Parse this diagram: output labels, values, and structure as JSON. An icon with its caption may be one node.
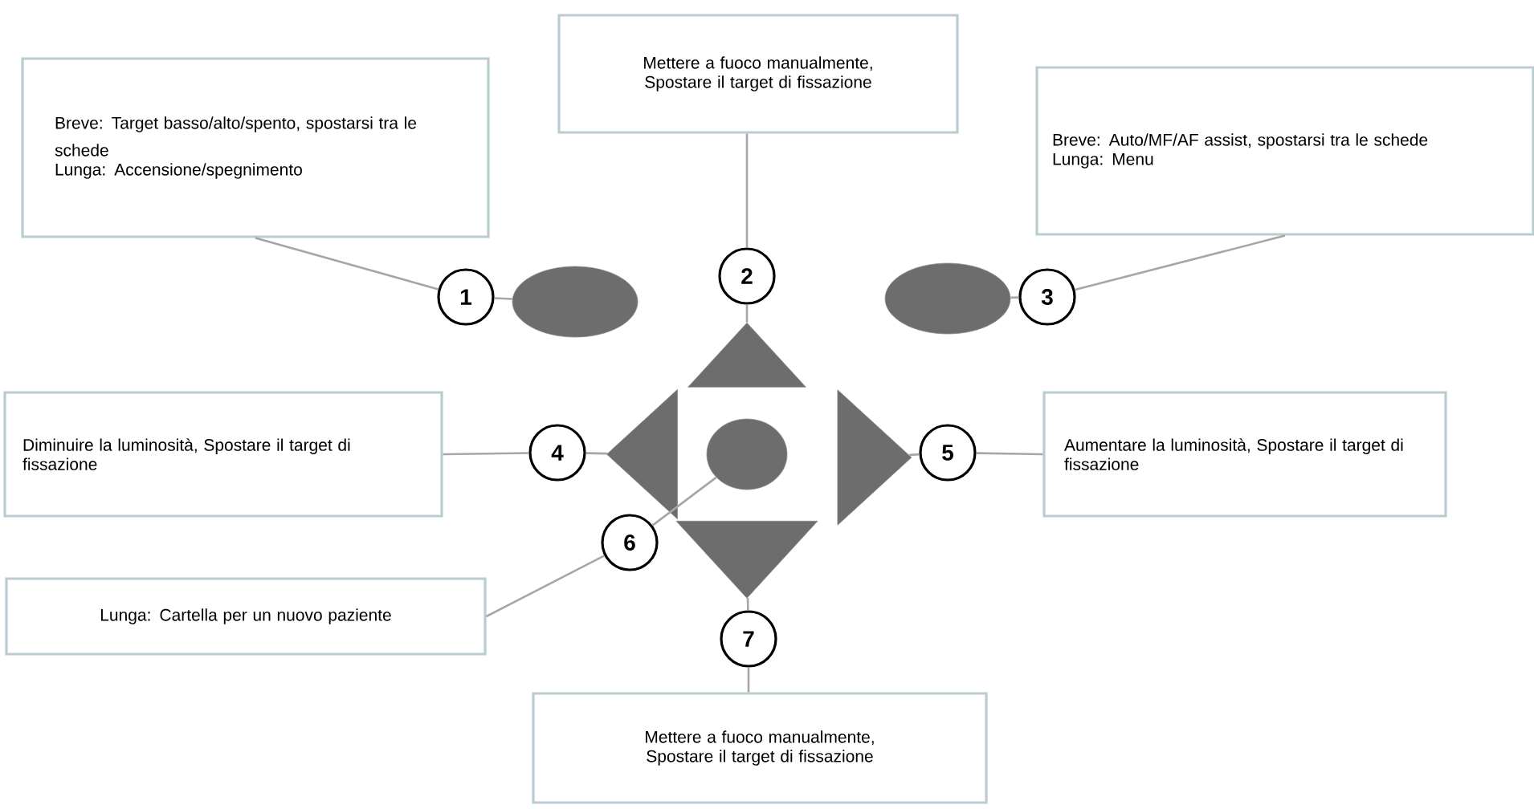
{
  "diagram": {
    "nodes": [
      {
        "text": [
          "Breve: Target basso/alto/spento, spostarsi tra le schede",
          "Lunga: Accensione/spegnimento"
        ]
      },
      {
        "text": [
          "Mettere a fuoco manualmente, Spostare il target di fissazione"
        ]
      },
      {
        "text": [
          "Breve: Auto/MF/AF assist, spostarsi tra le schede",
          "Lunga: Menu"
        ]
      },
      {
        "text": [
          "1"
        ]
      },
      {
        "text": [],
        "shape": "ellipse"
      },
      {
        "text": [
          "2"
        ]
      },
      {
        "text": [],
        "shape": "ellipse"
      },
      {
        "text": [
          "3"
        ]
      },
      {
        "text": [],
        "shape": "triangle"
      },
      {
        "text": [
          "Diminuire la luminosità, Spostare il target di fissazione"
        ]
      },
      {
        "text": [
          "4"
        ]
      },
      {
        "text": [],
        "shape": "triangle"
      },
      {
        "text": [],
        "shape": "ellipse"
      },
      {
        "text": [],
        "shape": "triangle"
      },
      {
        "text": [
          "5"
        ]
      },
      {
        "text": [
          "Aumentare la luminosità, Spostare il target di fissazione"
        ]
      },
      {
        "text": [
          "6"
        ]
      },
      {
        "text": [
          "Lunga: Cartella per un nuovo paziente"
        ]
      },
      {
        "text": [],
        "shape": "triangle"
      },
      {
        "text": [
          "7"
        ]
      },
      {
        "text": [
          "Mettere a fuoco manualmente, Spostare il target di fissazione"
        ]
      }
    ],
    "edges": [
      {
        "from": 0,
        "to": 3,
        "arrow": "none"
      },
      {
        "from": 3,
        "to": 4,
        "arrow": "none"
      },
      {
        "from": 1,
        "to": 5,
        "arrow": "none"
      },
      {
        "from": 5,
        "to": 8,
        "arrow": "none"
      },
      {
        "from": 2,
        "to": 7,
        "arrow": "none"
      },
      {
        "from": 7,
        "to": 6,
        "arrow": "none"
      },
      {
        "from": 9,
        "to": 10,
        "arrow": "none"
      },
      {
        "from": 10,
        "to": 11,
        "arrow": "none"
      },
      {
        "from": 14,
        "to": 13,
        "arrow": "none"
      },
      {
        "from": 14,
        "to": 15,
        "arrow": "none"
      },
      {
        "from": 17,
        "to": 16,
        "arrow": "none"
      },
      {
        "from": 16,
        "to": 12,
        "arrow": "none"
      },
      {
        "from": 19,
        "to": 18,
        "arrow": "none"
      },
      {
        "from": 19,
        "to": 20,
        "arrow": "none"
      }
    ]
  }
}
